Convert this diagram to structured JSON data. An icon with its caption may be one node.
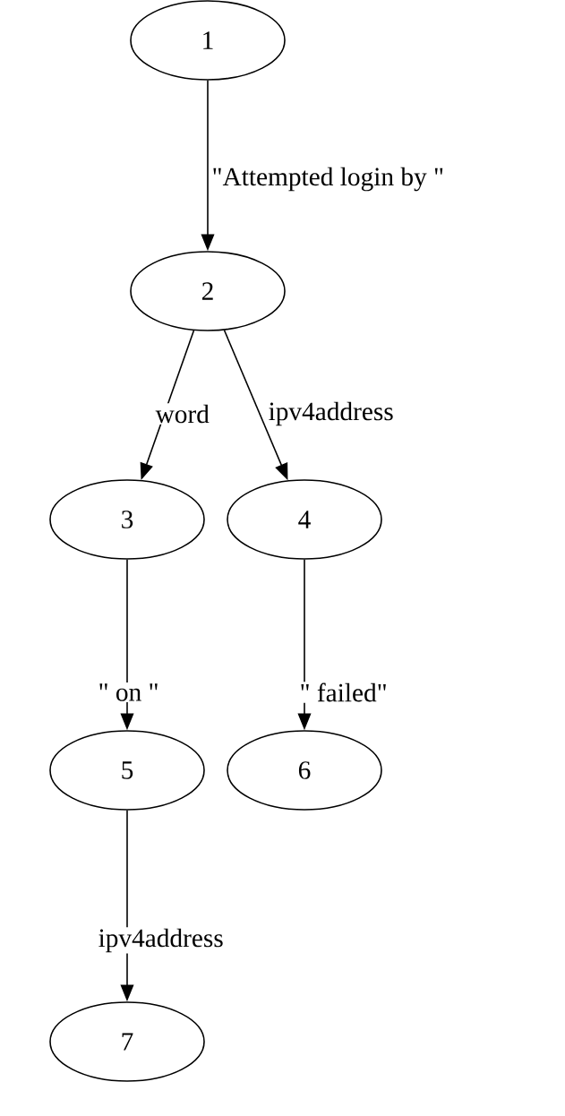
{
  "diagram": {
    "nodes": [
      {
        "text": [
          "1"
        ]
      },
      {
        "text": [
          "2"
        ]
      },
      {
        "text": [
          "3"
        ]
      },
      {
        "text": [
          "4"
        ]
      },
      {
        "text": [
          "5"
        ]
      },
      {
        "text": [
          "6"
        ]
      },
      {
        "text": [
          "7"
        ]
      }
    ],
    "edges": [
      {
        "from": 0,
        "to": 1,
        "arrow": "to",
        "label": "\"Attempted login by \""
      },
      {
        "from": 1,
        "to": 2,
        "arrow": "to",
        "label": "word"
      },
      {
        "from": 1,
        "to": 3,
        "arrow": "to",
        "label": "ipv4address"
      },
      {
        "from": 2,
        "to": 4,
        "arrow": "to",
        "label": "\" on \""
      },
      {
        "from": 3,
        "to": 5,
        "arrow": "to",
        "label": "\" failed\""
      },
      {
        "from": 4,
        "to": 6,
        "arrow": "to",
        "label": "ipv4address"
      }
    ]
  }
}
